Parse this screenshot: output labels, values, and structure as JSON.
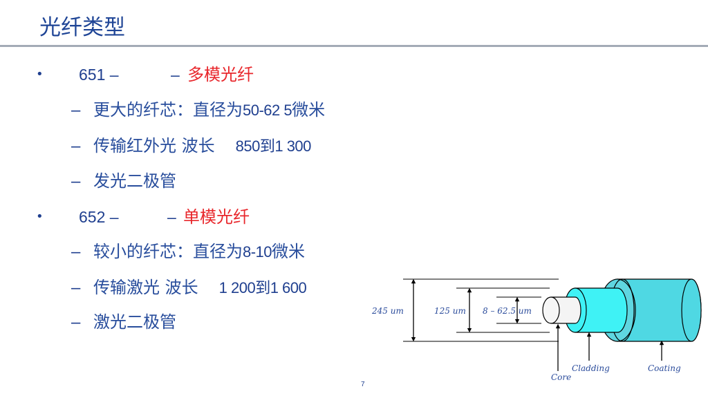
{
  "slide": {
    "title": "光纤类型",
    "page_number": "7"
  },
  "bullets": [
    {
      "marker": "•",
      "code": "651 –",
      "dash": "–",
      "label": "多模光纤",
      "sub_items": [
        {
          "dash": "–",
          "text": "更大的纤芯：直径为",
          "value": "50-62 5",
          "suffix": "微米"
        },
        {
          "dash": "–",
          "text": "传输红外光 波长",
          "value": "850到1 300",
          "suffix": ""
        },
        {
          "dash": "–",
          "text": "发光二极管",
          "value": "",
          "suffix": ""
        }
      ]
    },
    {
      "marker": "•",
      "code": "652 –",
      "dash": "–",
      "label": "单模光纤",
      "sub_items": [
        {
          "dash": "–",
          "text": "较小的纤芯：直径为",
          "value": "8-10",
          "suffix": "微米"
        },
        {
          "dash": "–",
          "text": "传输激光 波长",
          "value": "1 200到1 600",
          "suffix": ""
        },
        {
          "dash": "–",
          "text": "激光二极管",
          "value": "",
          "suffix": ""
        }
      ]
    }
  ],
  "diagram": {
    "dimensions": {
      "outer": "245 um",
      "middle": "125 um",
      "inner": "8  – 62.5 um"
    },
    "layers": {
      "core": "Core",
      "cladding": "Cladding",
      "coating": "Coating"
    },
    "colors": {
      "core": "#f4f4f4",
      "cladding": "#3ff2f5",
      "coating": "#4fd8e3",
      "coating_face": "#5fd6e0"
    }
  },
  "colors": {
    "title": "#1f4596",
    "text": "#1f3f8f",
    "highlight": "#e8262b",
    "rule": "#a3abb6"
  }
}
